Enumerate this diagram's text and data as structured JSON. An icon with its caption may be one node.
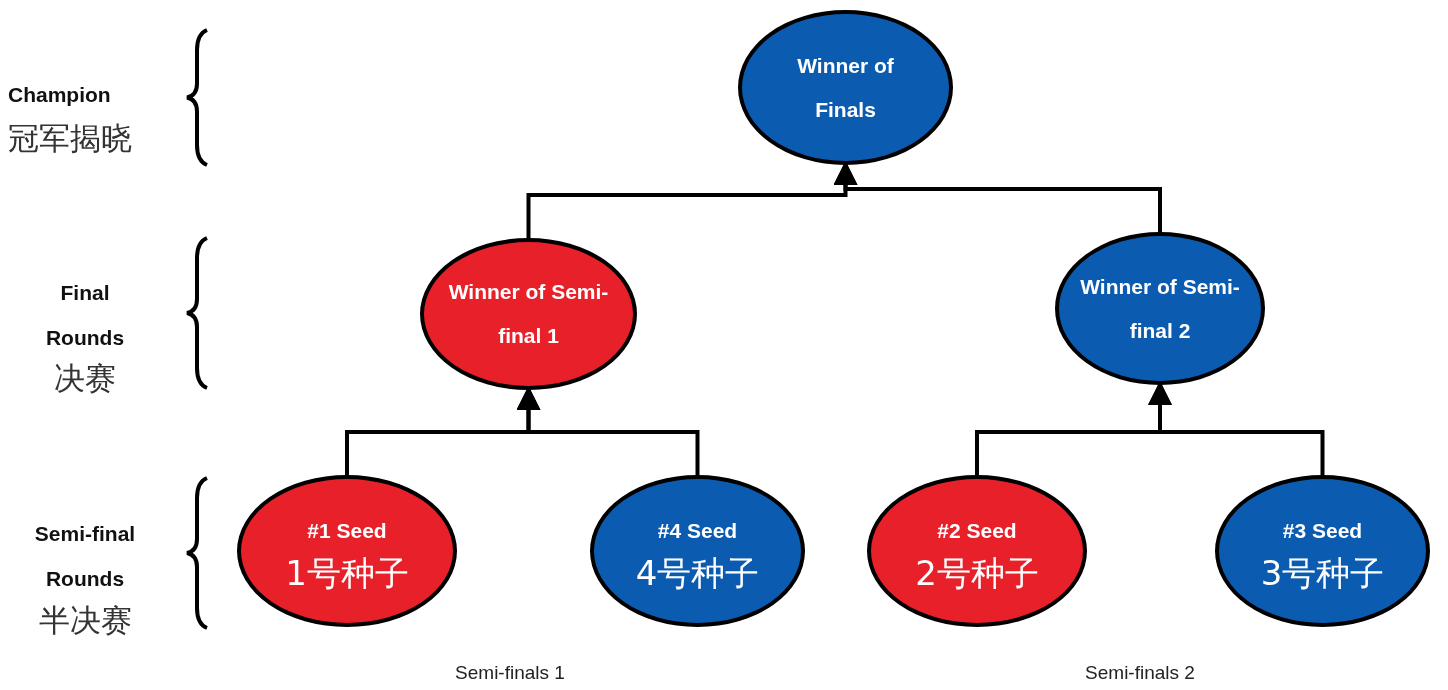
{
  "diagram": {
    "nodes": [
      {
        "text": [
          "Winner of Finals"
        ]
      },
      {
        "text": [
          "Winner of Semi-final 1"
        ]
      },
      {
        "text": [
          "Winner of Semi-final 2"
        ]
      },
      {
        "text": [
          "#1 Seed",
          "1号种子"
        ]
      },
      {
        "text": [
          "#4 Seed",
          "4号种子"
        ]
      },
      {
        "text": [
          "#2 Seed",
          "2号种子"
        ]
      },
      {
        "text": [
          "#3 Seed",
          "3号种子"
        ]
      }
    ],
    "edges": [
      {
        "from": 1,
        "to": 0,
        "arrow": "to"
      },
      {
        "from": 2,
        "to": 0,
        "arrow": "to"
      },
      {
        "from": 3,
        "to": 1,
        "arrow": "to"
      },
      {
        "from": 4,
        "to": 1,
        "arrow": "to"
      },
      {
        "from": 5,
        "to": 2,
        "arrow": "to"
      },
      {
        "from": 6,
        "to": 2,
        "arrow": "to"
      }
    ],
    "labels": [
      "Champion",
      "冠军揭晓",
      "Final Rounds",
      "决赛",
      "Semi-final Rounds",
      "半决赛",
      "Semi-finals 1",
      "Semi-finals 2"
    ]
  }
}
